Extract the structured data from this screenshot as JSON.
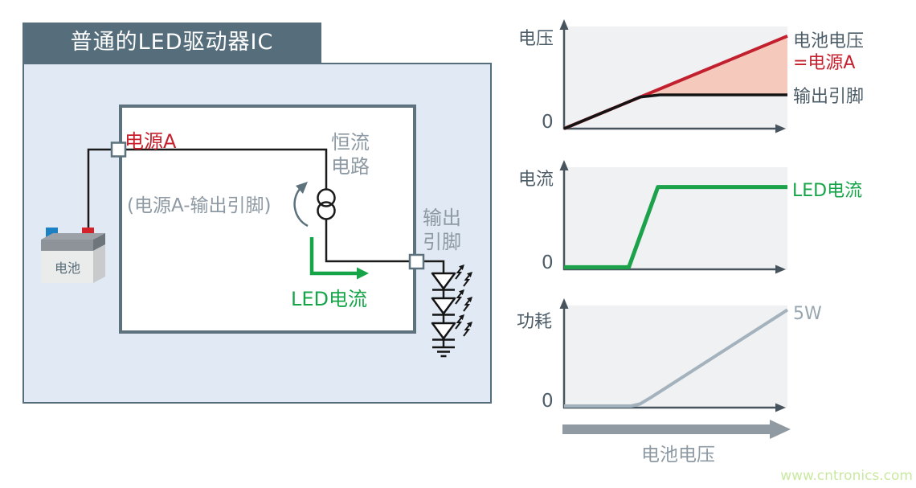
{
  "header": {
    "title": "普通的LED驱动器IC"
  },
  "watermark": "www.cntronics.com",
  "colors": {
    "accent_red": "#c6202e",
    "accent_green": "#16a449",
    "slate_frame": "#566e7b",
    "panel_blue": "#e1eaf4",
    "gray_label": "#8d99a3",
    "dark_label": "#4d5d68",
    "pink_fill": "#f5c9bb",
    "power_gray": "#a3b2bc",
    "wire_black": "#1a1a1a"
  },
  "circuit": {
    "battery_label": "电池",
    "supply_label": "电源A",
    "constant_current_line1": "恒流",
    "constant_current_line2": "电路",
    "voltage_drop_label": "(电源A-输出引脚)",
    "output_pin_line1": "输出",
    "output_pin_line2": "引脚",
    "led_current_label": "LED电流"
  },
  "chart_data": [
    {
      "id": "voltage-chart",
      "type": "line",
      "ylabel": "电压",
      "origin": "0",
      "x_range": [
        0,
        1
      ],
      "y_range": [
        0,
        1
      ],
      "grid": false,
      "series": [
        {
          "name": "battery-voltage-equals-supply-a",
          "color": "#c3202f",
          "width": 4,
          "points": [
            [
              0,
              0
            ],
            [
              1,
              0.9
            ]
          ]
        },
        {
          "name": "output-pin-voltage",
          "color": "#141414",
          "width": 3.5,
          "points": [
            [
              0,
              0
            ],
            [
              0.34,
              0.306
            ],
            [
              0.43,
              0.328
            ],
            [
              1,
              0.328
            ]
          ]
        }
      ],
      "fill": {
        "color": "#f5c9bb",
        "points": [
          [
            0.34,
            0.306
          ],
          [
            1,
            0.9
          ],
          [
            1,
            0.328
          ],
          [
            0.43,
            0.328
          ]
        ]
      },
      "legend": [
        {
          "text": "电池电压",
          "color": "#4d5d68"
        },
        {
          "text": "=电源A",
          "color": "#c6202e"
        },
        {
          "text": "输出引脚",
          "color": "#4d5d68"
        }
      ]
    },
    {
      "id": "current-chart",
      "type": "line",
      "ylabel": "电流",
      "origin": "0",
      "x_range": [
        0,
        1
      ],
      "y_range": [
        0,
        1
      ],
      "grid": false,
      "series": [
        {
          "name": "led-current",
          "color": "#1ca24a",
          "width": 5,
          "points": [
            [
              0,
              0.02
            ],
            [
              0.29,
              0.02
            ],
            [
              0.42,
              0.8
            ],
            [
              1,
              0.8
            ]
          ]
        }
      ],
      "legend": [
        {
          "text": "LED电流",
          "color": "#16a449"
        }
      ]
    },
    {
      "id": "power-chart",
      "type": "line",
      "ylabel": "功耗",
      "origin": "0",
      "x_range": [
        0,
        1
      ],
      "y_range": [
        0,
        1
      ],
      "grid": false,
      "series": [
        {
          "name": "power-dissipation",
          "color": "#a3b2bc",
          "width": 4,
          "points": [
            [
              0,
              0.016
            ],
            [
              0.3,
              0.016
            ],
            [
              0.34,
              0.035
            ],
            [
              0.39,
              0.1
            ],
            [
              1,
              0.95
            ]
          ]
        }
      ],
      "legend": [
        {
          "text": "5W",
          "color": "#98a6b0"
        }
      ],
      "xarrow_label": "电池电压"
    }
  ]
}
